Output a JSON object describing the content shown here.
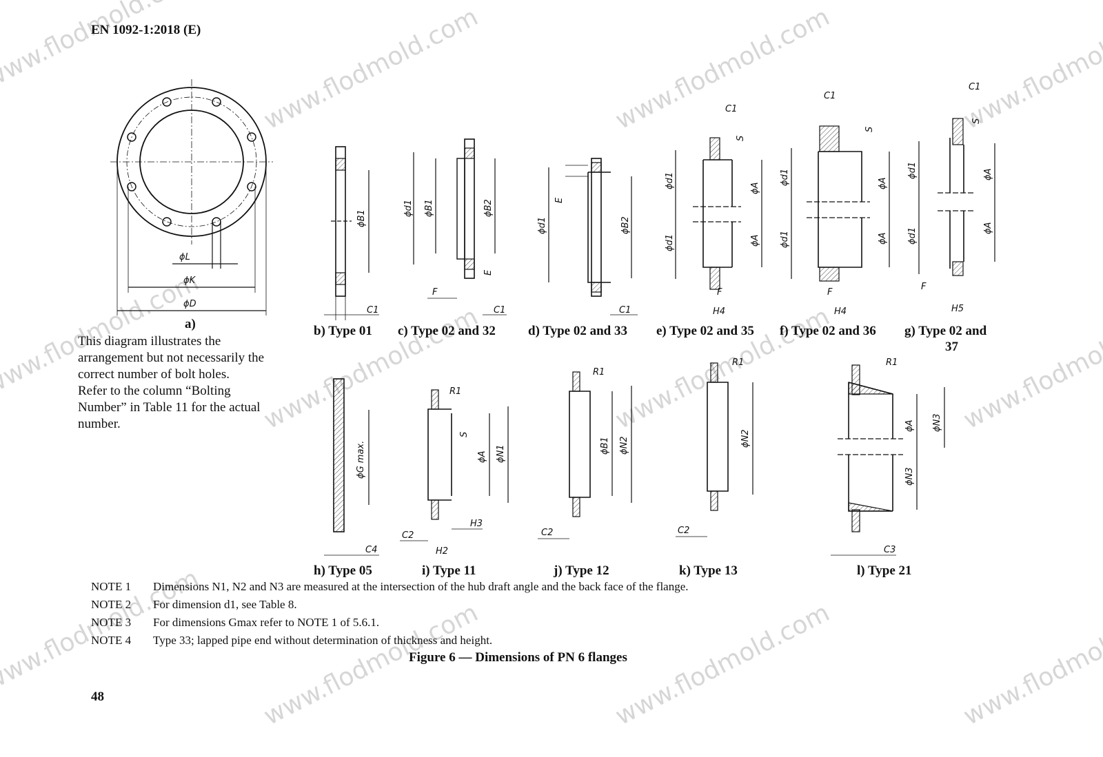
{
  "header": "EN 1092-1:2018 (E)",
  "page_number": "48",
  "watermark": "www.flodmold.com",
  "side_note": [
    "This diagram illustrates the",
    "arrangement but not necessarily the",
    "correct number of bolt holes.",
    "Refer to the column “Bolting",
    "Number” in Table 11 for the actual",
    "number."
  ],
  "captions": {
    "a": "a)",
    "b": "b) Type 01",
    "c": "c) Type 02 and 32",
    "d": "d) Type 02 and 33",
    "e": "e) Type 02 and 35",
    "f": "f) Type 02 and 36",
    "g1": "g) Type 02 and",
    "g2": "37",
    "h": "h) Type 05",
    "i": "i) Type 11",
    "j": "j) Type 12",
    "k": "k) Type 13",
    "l": "l) Type 21"
  },
  "dims": {
    "L": "ϕL",
    "K": "ϕK",
    "D": "ϕD",
    "B1": "ϕB1",
    "B2": "ϕB2",
    "d1": "ϕd1",
    "A": "ϕA",
    "N1": "ϕN1",
    "N2": "ϕN2",
    "N3": "ϕN3",
    "G": "ϕG max.",
    "C1": "C1",
    "C2": "C2",
    "C3": "C3",
    "C4": "C4",
    "E": "E",
    "F": "F",
    "S": "S",
    "H2": "H2",
    "H3": "H3",
    "H4": "H4",
    "H5": "H5",
    "R1": "R1"
  },
  "notes": [
    {
      "label": "NOTE 1",
      "text": "Dimensions N1, N2 and N3 are measured at the intersection of the hub draft angle and the back face of the flange."
    },
    {
      "label": "NOTE 2",
      "text": "For dimension d1, see Table 8."
    },
    {
      "label": "NOTE 3",
      "text": "For dimensions Gmax refer to NOTE 1 of 5.6.1."
    },
    {
      "label": "NOTE 4",
      "text": "Type 33; lapped pipe end without determination of thickness and height."
    }
  ],
  "figure_title": "Figure 6 — Dimensions of PN 6 flanges"
}
